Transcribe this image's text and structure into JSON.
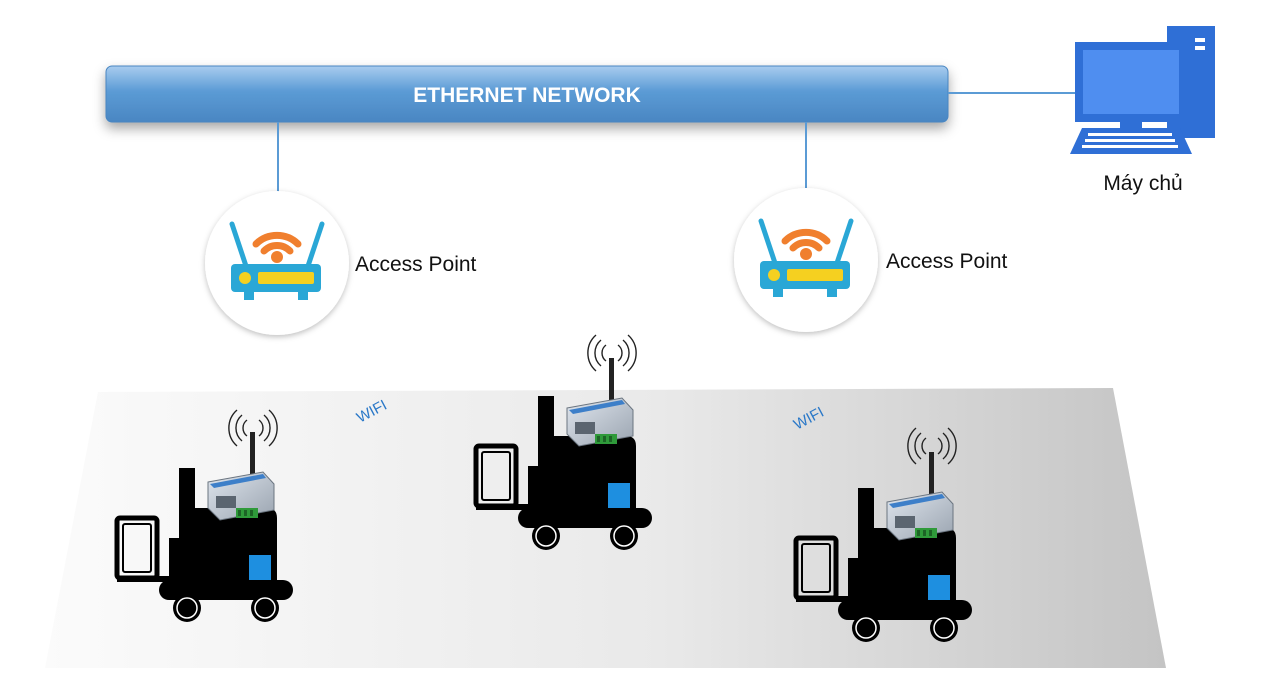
{
  "network": {
    "label": "ETHERNET NETWORK"
  },
  "server": {
    "label": "Máy chủ",
    "icon": "desktop-computer-icon"
  },
  "access_points": [
    {
      "label": "Access Point",
      "icon": "wifi-router-icon"
    },
    {
      "label": "Access Point",
      "icon": "wifi-router-icon"
    }
  ],
  "wifi_labels": [
    "WIFI",
    "WIFI"
  ],
  "forklifts": [
    {
      "icon": "forklift-icon",
      "device_icon": "serial-wifi-converter-icon"
    },
    {
      "icon": "forklift-icon",
      "device_icon": "serial-wifi-converter-icon"
    },
    {
      "icon": "forklift-icon",
      "device_icon": "serial-wifi-converter-icon"
    }
  ],
  "colors": {
    "network_bar": "#5b9bd5",
    "link_line": "#5b9bd5",
    "computer": "#2f6fd6",
    "router_body": "#2aa7d6",
    "router_signal": "#f07f2e",
    "router_leds": "#f5d020",
    "forklift": "#000000",
    "forklift_accent": "#1e8fe0",
    "wifi_text": "#2a78c8"
  }
}
